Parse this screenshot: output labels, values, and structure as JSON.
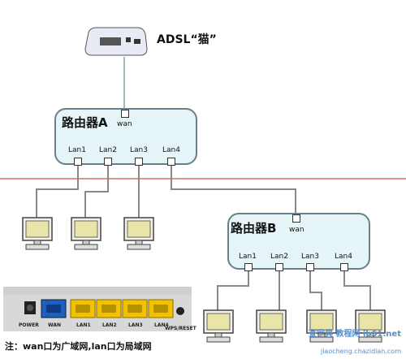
{
  "modem": {
    "label": "ADSL“猫”"
  },
  "routerA": {
    "title": "路由器A",
    "wan": "wan",
    "ports": [
      "Lan1",
      "Lan2",
      "Lan3",
      "Lan4"
    ]
  },
  "routerB": {
    "title": "路由器B",
    "wan": "wan",
    "ports": [
      "Lan1",
      "Lan2",
      "Lan3",
      "Lan4"
    ]
  },
  "panel": {
    "labels": [
      "POWER",
      "WAN",
      "LAN1",
      "LAN2",
      "LAN3",
      "LAN4",
      "WPS/RESET"
    ]
  },
  "note": "注：wan口为广域网,lan口为局域网",
  "watermark": {
    "line1": "查字典 教程网 jb51.net",
    "line2": "jiaocheng.chazidian.com"
  },
  "colors": {
    "router_fill": "#e6f5f8",
    "separator": "#cc2222",
    "lan_port": "#f2c200",
    "wan_port": "#1f5fbf"
  }
}
